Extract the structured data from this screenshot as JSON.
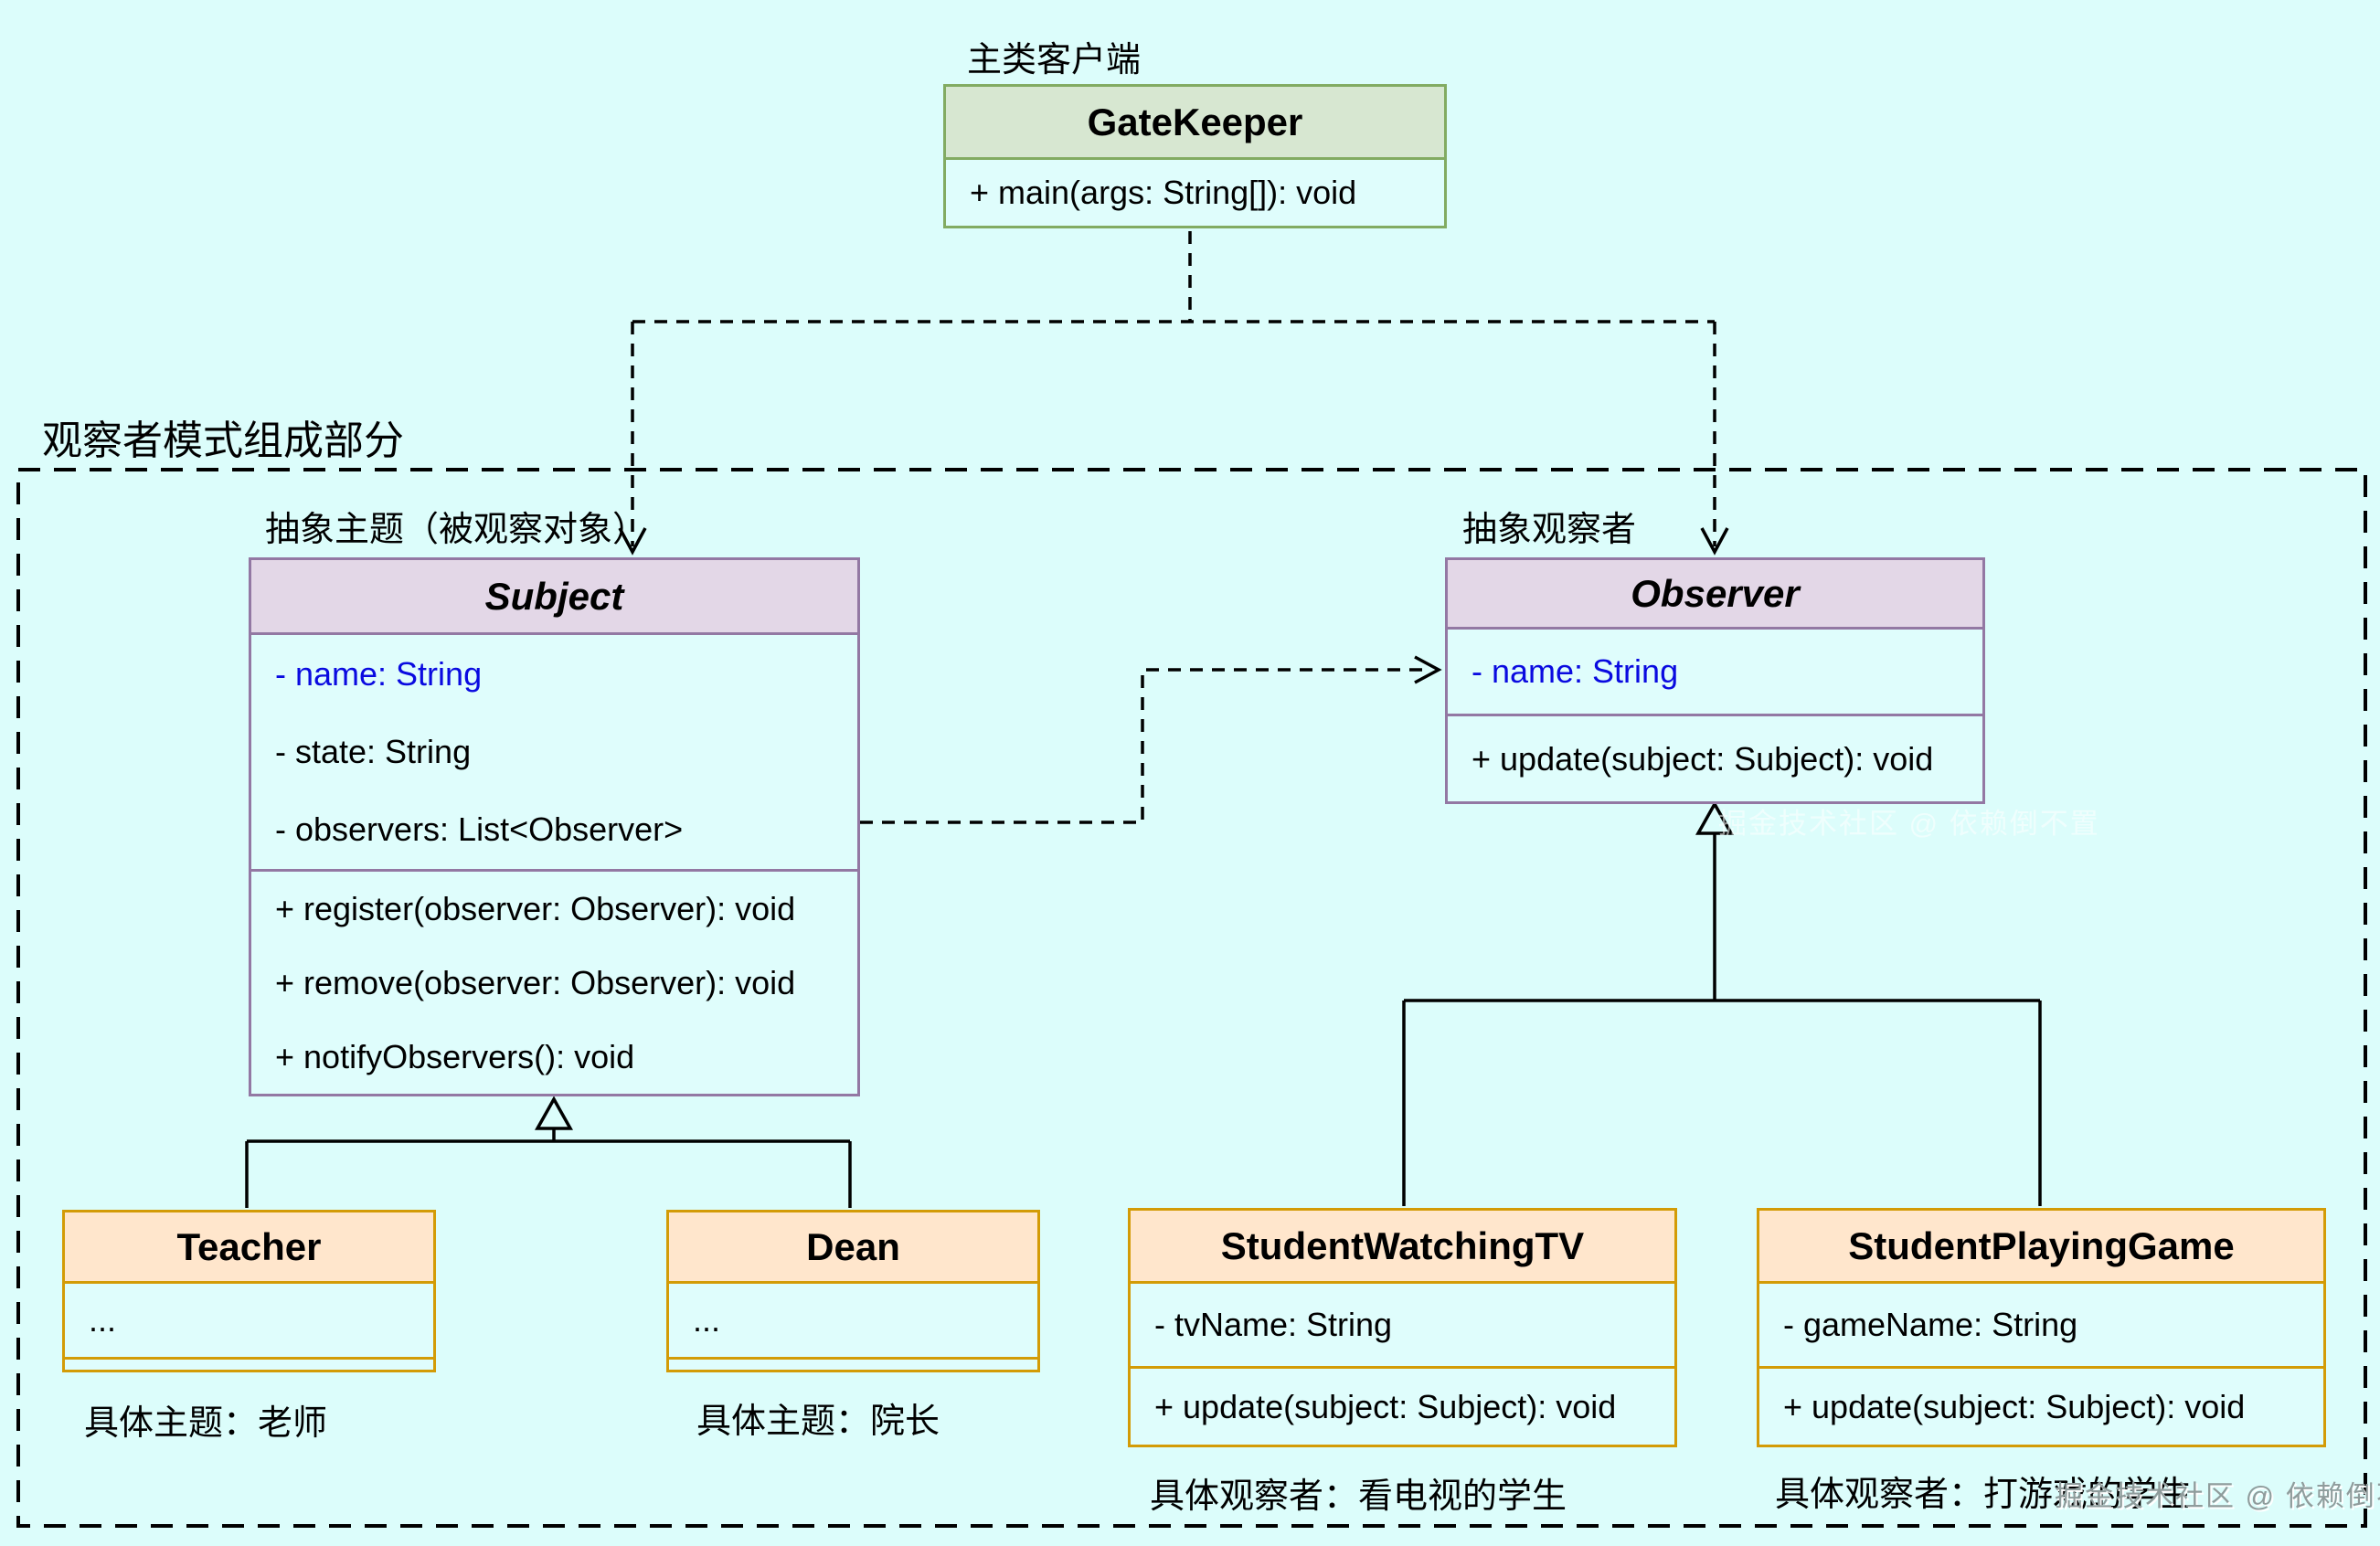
{
  "group": {
    "label": "观察者模式组成部分"
  },
  "labels": {
    "client": "主类客户端",
    "abstract_subject": "抽象主题（被观察对象）",
    "abstract_observer": "抽象观察者",
    "concrete_teacher": "具体主题：老师",
    "concrete_dean": "具体主题：院长",
    "concrete_tv": "具体观察者：看电视的学生",
    "concrete_game": "具体观察者：打游戏的学生"
  },
  "classes": {
    "gatekeeper": {
      "name": "GateKeeper",
      "methods": [
        "+ main(args: String[]): void"
      ]
    },
    "subject": {
      "name": "Subject",
      "attributes": [
        "- name: String",
        "- state: String",
        "- observers: List<Observer>"
      ],
      "methods": [
        "+ register(observer: Observer): void",
        "+ remove(observer: Observer): void",
        "+ notifyObservers(): void"
      ]
    },
    "observer": {
      "name": "Observer",
      "attributes": [
        "- name: String"
      ],
      "methods": [
        "+ update(subject: Subject): void"
      ]
    },
    "teacher": {
      "name": "Teacher",
      "attributes": [
        "..."
      ]
    },
    "dean": {
      "name": "Dean",
      "attributes": [
        "..."
      ]
    },
    "student_watching_tv": {
      "name": "StudentWatchingTV",
      "attributes": [
        "- tvName: String"
      ],
      "methods": [
        "+ update(subject: Subject): void"
      ]
    },
    "student_playing_game": {
      "name": "StudentPlayingGame",
      "attributes": [
        "- gameName: String"
      ],
      "methods": [
        "+ update(subject: Subject): void"
      ]
    }
  },
  "watermark": {
    "text": "掘金技术社区 @ 依赖倒不置"
  },
  "colors": {
    "background": "#dcfdfb",
    "green_header": "#d7e7d1",
    "green_border": "#82ab62",
    "purple_header": "#e3d7e7",
    "purple_border": "#9378a3",
    "orange_header": "#ffe6cc",
    "orange_border": "#d39b06",
    "attribute_blue": "#0a0ae0",
    "line": "#000000"
  }
}
